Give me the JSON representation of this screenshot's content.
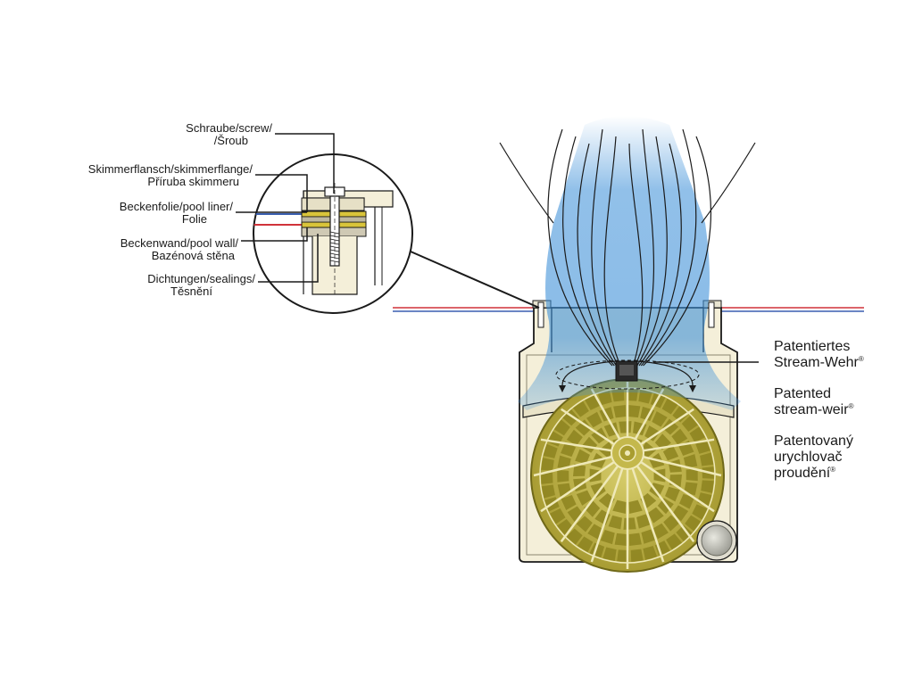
{
  "colors": {
    "stream_blue": "#3c8fd8",
    "skimmer_body": "#f4efd9",
    "basket_olive": "#bcb043",
    "basket_dark": "#8d8420",
    "liner_red": "#d0323a",
    "liner_blue": "#3a5fb0",
    "line": "#1a1a1a"
  },
  "callouts": [
    {
      "line1": "Schraube/screw/",
      "line2": "/Šroub"
    },
    {
      "line1": "Skimmerflansch/skimmerflange/",
      "line2": "Příruba skimmeru"
    },
    {
      "line1": "Beckenfolie/pool liner/",
      "line2": "Folie"
    },
    {
      "line1": "Beckenwand/pool wall/",
      "line2": "Bazénová stěna"
    },
    {
      "line1": "Dichtungen/sealings/",
      "line2": "Těsnění"
    }
  ],
  "weir_labels": {
    "de": {
      "line1": "Patentiertes",
      "line2": "Stream-Wehr",
      "mark": "®"
    },
    "en": {
      "line1": "Patented",
      "line2": "stream-weir",
      "mark": "®"
    },
    "cs": {
      "line1": "Patentovaný",
      "line2": "urychlovač",
      "line3": "proudění",
      "mark": "®"
    }
  }
}
